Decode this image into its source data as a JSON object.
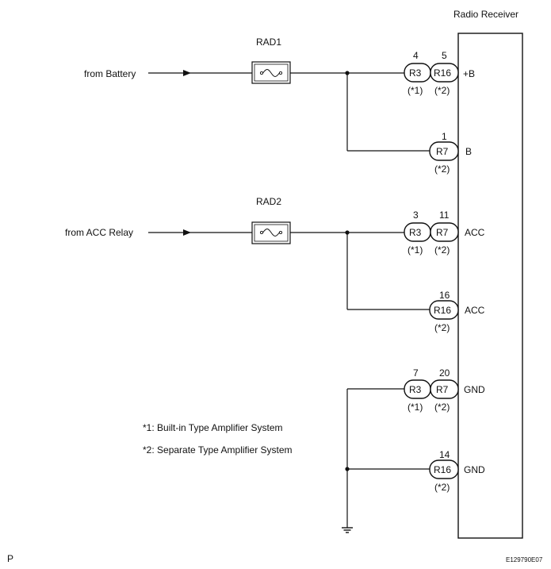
{
  "receiver_title": "Radio Receiver",
  "fuses": [
    {
      "name": "RAD1",
      "source": "from Battery"
    },
    {
      "name": "RAD2",
      "source": "from ACC Relay"
    }
  ],
  "terminals": {
    "plus_b": "+B",
    "b": "B",
    "acc1": "ACC",
    "acc2": "ACC",
    "gnd1": "GND",
    "gnd2": "GND"
  },
  "connectors": [
    {
      "pin": "4",
      "name": "R3",
      "note": "(*1)"
    },
    {
      "pin": "5",
      "name": "R16",
      "note": "(*2)"
    },
    {
      "pin": "1",
      "name": "R7",
      "note": "(*2)"
    },
    {
      "pin": "3",
      "name": "R3",
      "note": "(*1)"
    },
    {
      "pin": "11",
      "name": "R7",
      "note": "(*2)"
    },
    {
      "pin": "16",
      "name": "R16",
      "note": "(*2)"
    },
    {
      "pin": "7",
      "name": "R3",
      "note": "(*1)"
    },
    {
      "pin": "20",
      "name": "R7",
      "note": "(*2)"
    },
    {
      "pin": "14",
      "name": "R16",
      "note": "(*2)"
    }
  ],
  "legend": [
    "*1: Built-in Type Amplifier System",
    "*2: Separate Type Amplifier System"
  ],
  "corner_left": "P",
  "corner_right": "E129790E07"
}
